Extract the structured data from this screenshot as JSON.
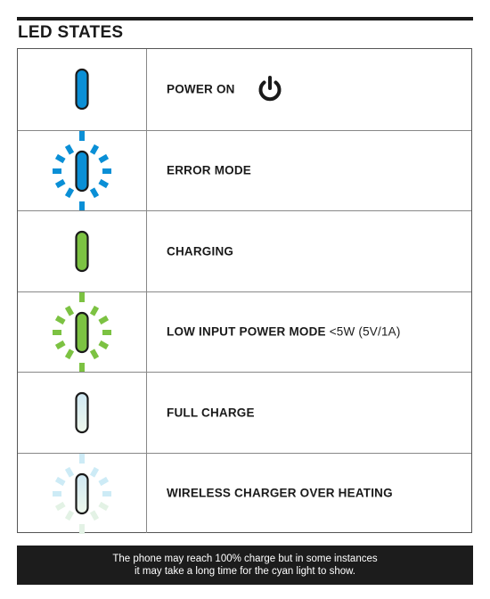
{
  "heading": "LED STATES",
  "colors": {
    "blue": "#0a8fd6",
    "green": "#7cc242",
    "cyan_light": "#cfe8f3",
    "cyan_glow": "#cdebf6",
    "mint_glow": "#e3f2e5",
    "outline": "#1a1a1a"
  },
  "states": [
    {
      "label": "POWER ON",
      "extra": "",
      "led": "blue",
      "rays": "none",
      "icon": "power-icon"
    },
    {
      "label": "ERROR MODE",
      "extra": "",
      "led": "blue",
      "rays": "blue",
      "icon": ""
    },
    {
      "label": "CHARGING",
      "extra": "",
      "led": "green",
      "rays": "none",
      "icon": ""
    },
    {
      "label": "LOW INPUT POWER MODE",
      "extra": " <5W (5V/1A)",
      "led": "green",
      "rays": "green",
      "icon": ""
    },
    {
      "label": "FULL CHARGE",
      "extra": "",
      "led": "cyan",
      "rays": "none",
      "icon": ""
    },
    {
      "label": "WIRELESS CHARGER OVER HEATING",
      "extra": "",
      "led": "cyan",
      "rays": "faded",
      "icon": ""
    }
  ],
  "footer": {
    "line1": "The phone may reach 100% charge but in some instances",
    "line2": "it may take a long time for the cyan light to show."
  }
}
